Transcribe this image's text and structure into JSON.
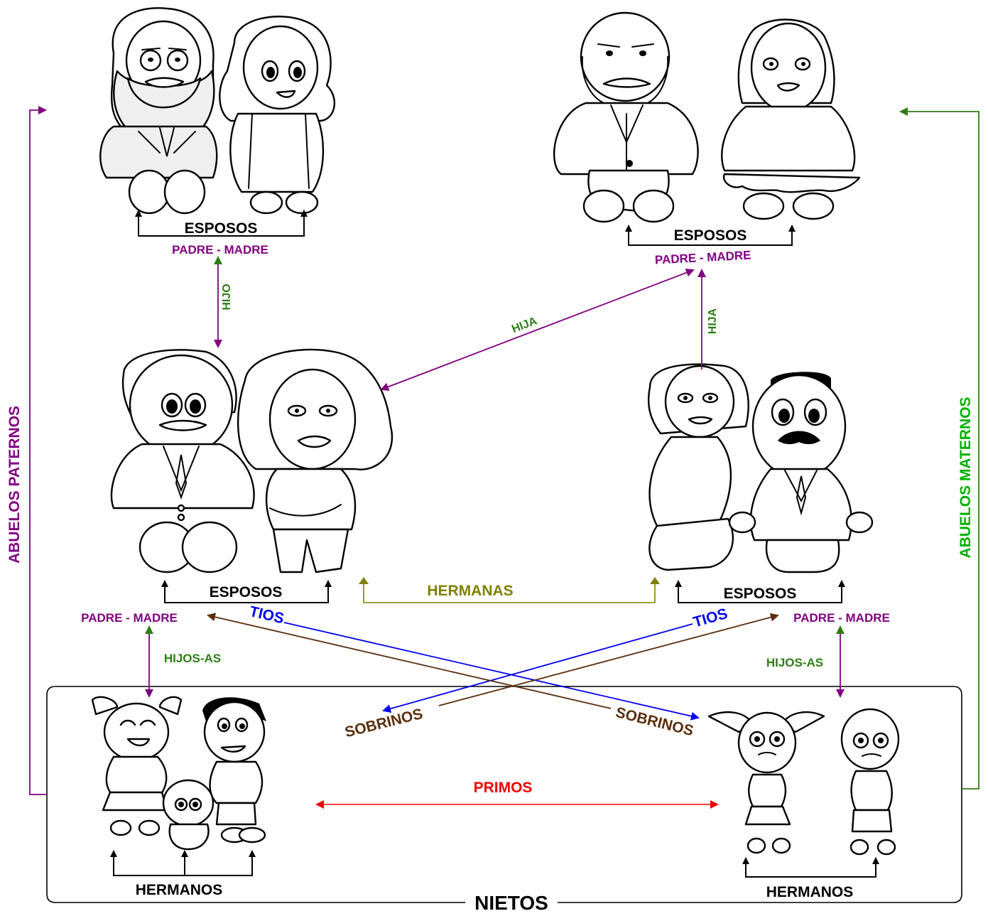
{
  "labels": {
    "esposos": "ESPOSOS",
    "padre_madre": "PADRE - MADRE",
    "hijo": "HIJO",
    "hija": "HIJA",
    "hermanas": "HERMANAS",
    "tios": "TIOS",
    "sobrinos": "SOBRINOS",
    "hijos_as": "HIJOS-AS",
    "primos": "PRIMOS",
    "hermanos": "HERMANOS",
    "nietos": "NIETOS",
    "abuelos_paternos": "ABUELOS PATERNOS",
    "abuelos_maternos": "ABUELOS MATERNOS"
  },
  "colors": {
    "black": "#000000",
    "purple": "#800080",
    "green": "#2e7d16",
    "bright_green": "#00b000",
    "olive": "#808000",
    "blue": "#0000ee",
    "brown": "#5a2d0c",
    "red": "#ee0000"
  }
}
